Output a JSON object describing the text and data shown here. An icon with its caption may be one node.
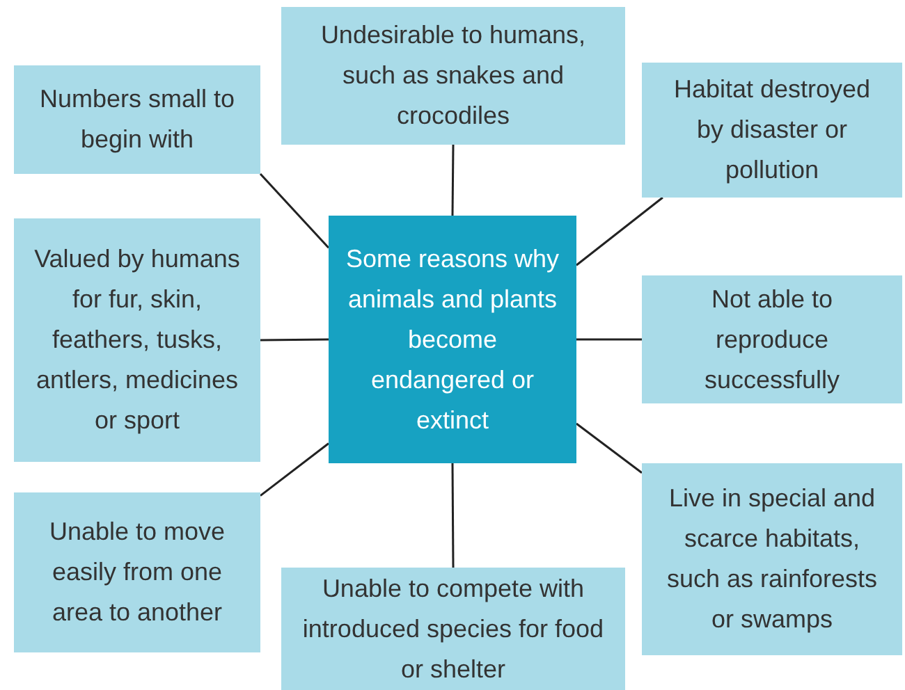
{
  "diagram": {
    "nodes": [
      {
        "text": [
          "Undesirable to humans, such as snakes and crocodiles"
        ]
      },
      {
        "text": [
          "Numbers small to begin with"
        ]
      },
      {
        "text": [
          "Habitat destroyed by disaster or pollution"
        ]
      },
      {
        "text": [
          "Some reasons why animals and plants become endangered or extinct"
        ]
      },
      {
        "text": [
          "Valued by humans for fur, skin, feathers, tusks, antlers, medicines or sport"
        ]
      },
      {
        "text": [
          "Not able to reproduce successfully"
        ]
      },
      {
        "text": [
          "Unable to move easily from one area to another"
        ]
      },
      {
        "text": [
          "Live in special and scarce habitats, such as rainforests or swamps"
        ]
      },
      {
        "text": [
          "Unable to compete with introduced species for food or shelter"
        ]
      }
    ],
    "edges": [
      {
        "from": 3,
        "to": 0,
        "arrow": "none"
      },
      {
        "from": 3,
        "to": 1,
        "arrow": "none"
      },
      {
        "from": 3,
        "to": 2,
        "arrow": "none"
      },
      {
        "from": 3,
        "to": 4,
        "arrow": "none"
      },
      {
        "from": 3,
        "to": 5,
        "arrow": "none"
      },
      {
        "from": 3,
        "to": 6,
        "arrow": "none"
      },
      {
        "from": 3,
        "to": 7,
        "arrow": "none"
      },
      {
        "from": 3,
        "to": 8,
        "arrow": "none"
      }
    ]
  }
}
